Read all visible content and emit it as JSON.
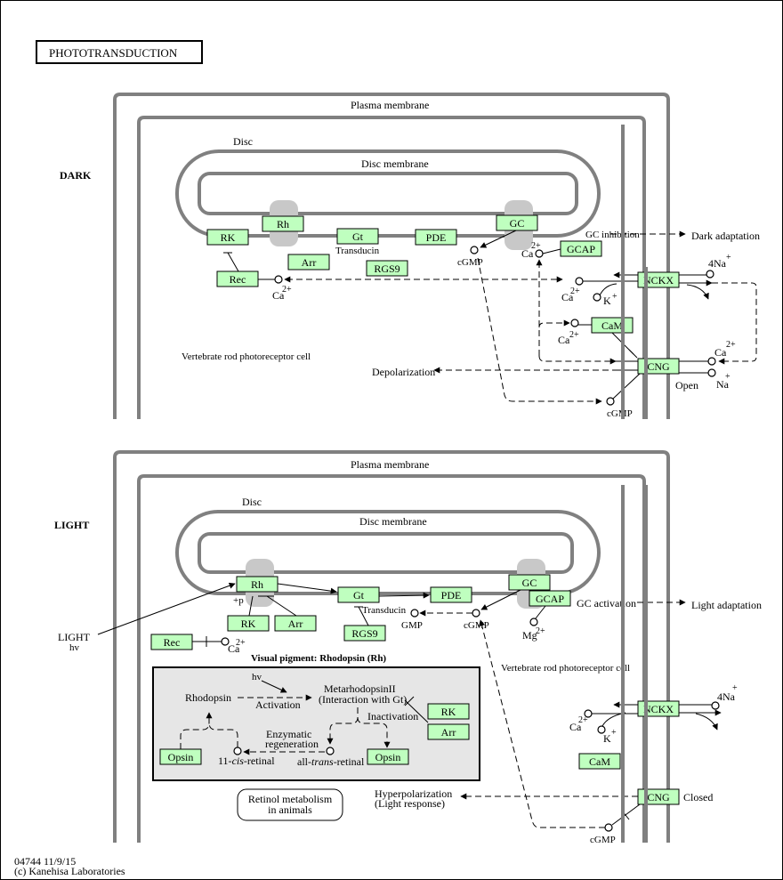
{
  "title": "PHOTOTRANSDUCTION",
  "footer": {
    "id_date": "04744 11/9/15",
    "copyright": "(c) Kanehisa Laboratories"
  },
  "colors": {
    "gene_fill": "#bfffbf",
    "membrane": "#808080",
    "panel_bg": "#e6e6e6",
    "blob": "#c8c8c8"
  },
  "dark": {
    "label": "DARK",
    "plasma_membrane": "Plasma membrane",
    "disc": "Disc",
    "disc_membrane": "Disc membrane",
    "cell": "Vertebrate rod photoreceptor cell",
    "genes": {
      "rk": "RK",
      "rh": "Rh",
      "gt": "Gt",
      "pde": "PDE",
      "gc": "GC",
      "gcap": "GCAP",
      "arr": "Arr",
      "rgs9": "RGS9",
      "rec": "Rec",
      "nckx": "NCKX",
      "cam": "CaM",
      "cng": "CNG"
    },
    "labels": {
      "transducin": "Transducin",
      "cgmp": "cGMP",
      "cgmp2": "cGMP",
      "ca": "Ca",
      "ca_sup": "2+",
      "gc_inhibition": "GC inhibition",
      "dark_adaptation": "Dark adaptation",
      "na4": "4Na",
      "na": "Na",
      "plus": "+",
      "k": "K",
      "depolarization": "Depolarization",
      "open": "Open"
    }
  },
  "light": {
    "label": "LIGHT",
    "plasma_membrane": "Plasma membrane",
    "disc": "Disc",
    "disc_membrane": "Disc membrane",
    "cell": "Vertebrate rod photoreceptor cell",
    "light_hv": [
      "LIGHT",
      "hv"
    ],
    "genes": {
      "rh": "Rh",
      "rk": "RK",
      "arr": "Arr",
      "gt": "Gt",
      "rgs9": "RGS9",
      "pde": "PDE",
      "gc": "GC",
      "gcap": "GCAP",
      "rec": "Rec",
      "nckx": "NCKX",
      "cam": "CaM",
      "cng": "CNG",
      "rk2": "RK",
      "arr2": "Arr",
      "opsin1": "Opsin",
      "opsin2": "Opsin"
    },
    "labels": {
      "p": "+p",
      "transducin": "Transducin",
      "gmp": "GMP",
      "cgmp": "cGMP",
      "cgmp2": "cGMP",
      "mg": "Mg",
      "mg_sup": "2+",
      "ca": "Ca",
      "ca_sup": "2+",
      "gc_activation": "GC activation",
      "light_adaptation": "Light adaptation",
      "na4": "4Na",
      "plus": "+",
      "k": "K",
      "closed": "Closed",
      "hyperpolarization": [
        "Hyperpolarization",
        "(Light response)"
      ],
      "retinol_map": [
        "Retinol metabolism",
        "in animals"
      ]
    },
    "visual_pigment": {
      "heading": "Visual pigment: Rhodopsin (Rh)",
      "hv": "hv",
      "rhodopsin": "Rhodopsin",
      "activation": "Activation",
      "metarhodopsin": [
        "MetarhodopsinII",
        "(Interaction with Gt)"
      ],
      "inactivation": "Inactivation",
      "enzymatic": [
        "Enzymatic",
        "regeneration"
      ],
      "cis_retinal": [
        "11-",
        "cis",
        "-retinal"
      ],
      "trans_retinal": [
        "all-",
        "trans",
        "-retinal"
      ]
    }
  }
}
